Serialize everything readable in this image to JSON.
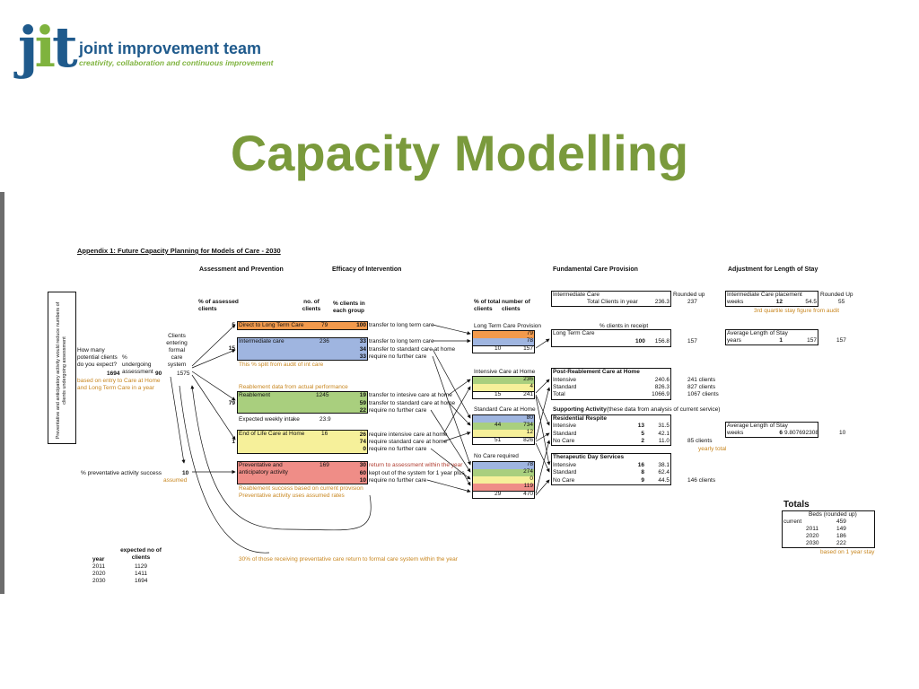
{
  "header": {
    "logo_mark": "jit",
    "logo_name": "joint improvement team",
    "logo_tagline": "creativity, collaboration and continuous improvement",
    "slide_title": "Capacity Modelling"
  },
  "colors": {
    "title_green": "#7a9a3c",
    "logo_blue": "#1f5a8c",
    "logo_green": "#7fb33e",
    "orange": "#f39a4c",
    "blue": "#9fb5e0",
    "green": "#a9cf7e",
    "yellow": "#f6f09a",
    "red": "#ef8d87",
    "note": "#c8861f"
  },
  "diagram": {
    "title": "Appendix 1: Future Capacity Planning for Models of Care - 2030",
    "section_assessment": "Assessment and Prevention",
    "section_efficacy": "Efficacy of Intervention",
    "section_fundamental": "Fundamental Care Provision",
    "section_adjustment": "Adjustment for Length of Stay",
    "vertical_note": "Preventative and anticipatory activity would reduce numbers of clients undergoing assessment",
    "left": {
      "how_many": "How many potential clients do you expect?",
      "undergoing": "% undergoing assessment",
      "potential": "1694",
      "undergoing_pct": "90",
      "entering": "Clients entering formal care system",
      "entering_val": "1575",
      "based_note": "based on entry to Care at Home and Long Term Care in a year",
      "prev_label": "% preventative activity success",
      "prev_val": "10",
      "assumed": "assumed"
    },
    "col_heads": {
      "pct_assessed": "% of assessed clients",
      "no_clients": "no. of clients",
      "pct_each": "% clients in each group",
      "pct_total": "% of total clients",
      "number": "number of clients"
    },
    "groups": [
      {
        "pct": "5",
        "name": "Direct to Long Term Care",
        "clients": "79",
        "rows": [
          {
            "pct": "100",
            "text": "transfer to long term care"
          }
        ]
      },
      {
        "pct": "15",
        "name": "Intermediate care",
        "clients": "236",
        "rows": [
          {
            "pct": "33",
            "text": "transfer to long term care"
          },
          {
            "pct": "34",
            "text": "transfer to standard care at home"
          },
          {
            "pct": "33",
            "text": "require no further care"
          }
        ],
        "note": "This % split from audit of int care"
      },
      {
        "pct": "79",
        "name": "Reablement",
        "clients": "1245",
        "rows": [
          {
            "pct": "19",
            "text": "transfer to intesive care at home"
          },
          {
            "pct": "59",
            "text": "transfer to standard care at home"
          },
          {
            "pct": "22",
            "text": "require no further care"
          }
        ],
        "note_above": "Reablement data from actual performance",
        "weekly_label": "Expected weekly intake",
        "weekly_val": "23.9"
      },
      {
        "pct": "1",
        "name": "End of Life Care at Home",
        "clients": "16",
        "rows": [
          {
            "pct": "26",
            "text": "require intensive care at home"
          },
          {
            "pct": "74",
            "text": "require standard care at home"
          },
          {
            "pct": "0",
            "text": "require no further care"
          }
        ]
      },
      {
        "pct": "",
        "name": "Preventative and anticipatory activity",
        "clients": "169",
        "rows": [
          {
            "pct": "30",
            "text": "return to assessment within the year"
          },
          {
            "pct": "60",
            "text": "kept out of the system for 1 year plus"
          },
          {
            "pct": "10",
            "text": "require no further care"
          }
        ],
        "note1": "Reablement success based on current provision",
        "note2": "Preventative activity uses assumed rates"
      }
    ],
    "return_note": "30% of those receiving preventative care return to formal care system within the year",
    "projection": {
      "head_year": "year",
      "head_clients": "expected no of clients",
      "rows": [
        {
          "year": "2011",
          "clients": "1129"
        },
        {
          "year": "2020",
          "clients": "1411"
        },
        {
          "year": "2030",
          "clients": "1694"
        }
      ]
    },
    "ltc": {
      "label": "Long Term Care Provision",
      "v1": "79",
      "v2": "78",
      "pct": "10",
      "num": "157"
    },
    "icah": {
      "label": "Intensive Care at Home",
      "v1": "236",
      "v2": "4",
      "pct": "15",
      "num": "241"
    },
    "scah": {
      "label": "Standard Care at Home",
      "v1": "80",
      "v2": "734",
      "v2pct": "44",
      "v3": "12",
      "pct": "51",
      "num": "826"
    },
    "ncr": {
      "label": "No Care required",
      "v1": "78",
      "v2": "274",
      "v3": "0",
      "v4": "119",
      "pct": "29",
      "num": "470"
    },
    "fund": {
      "ic_label": "Intermediate Care",
      "ic_total_label": "Total Clients in year",
      "ic_total": "236.3",
      "rounded_up": "Rounded up",
      "ic_rounded": "237",
      "pct_receipt": "% clients in receipt",
      "ltc_label": "Long Term Care",
      "ltc_pct": "100",
      "ltc_val": "156.8",
      "ltc_rounded": "157",
      "prc_title": "Post-Reablement Care at Home",
      "prc_rows": [
        {
          "label": "Intensive",
          "val": "240.6",
          "out": "241 clients"
        },
        {
          "label": "Standard",
          "val": "826.3",
          "out": "827 clients"
        },
        {
          "label": "Total",
          "val": "1066.9",
          "out": "1067 clients"
        }
      ],
      "support_title": "Supporting Activity",
      "support_note": "(these data from analysis of current service)",
      "rr_title": "Residential Respite",
      "rr_rows": [
        {
          "label": "Intensive",
          "n": "13",
          "val": "31.5"
        },
        {
          "label": "Standard",
          "n": "5",
          "val": "42.1"
        },
        {
          "label": "No Care",
          "n": "2",
          "val": "11.0"
        }
      ],
      "rr_out": "85 clients",
      "yearly_total": "yearly total",
      "tds_title": "Therapeutic Day Services",
      "tds_rows": [
        {
          "label": "Intensive",
          "n": "16",
          "val": "38.1"
        },
        {
          "label": "Standard",
          "n": "8",
          "val": "62.4"
        },
        {
          "label": "No Care",
          "n": "9",
          "val": "44.5"
        }
      ],
      "tds_out": "146 clients"
    },
    "adjust": {
      "icp_label": "Intermediate Care placement",
      "rounded_up": "Rounded Up",
      "weeks": "weeks",
      "icp_weeks": "12",
      "icp_val": "54.5",
      "icp_rounded": "55",
      "quartile_note": "3rd quartile stay figure from audit",
      "avg_label": "Average Length of Stay",
      "years": "years",
      "ltc_years": "1",
      "ltc_val": "157",
      "ltc_out": "157",
      "avg2_label": "Average Length of Stay",
      "rr_weeks": "6",
      "rr_val": "9.807692308",
      "rr_out": "10"
    },
    "totals": {
      "title": "Totals",
      "beds_head": "Beds (rounded up)",
      "rows": [
        {
          "label": "current",
          "val": "459"
        },
        {
          "label": "2011",
          "val": "149"
        },
        {
          "label": "2020",
          "val": "186"
        },
        {
          "label": "2030",
          "val": "222"
        }
      ],
      "note": "based on 1 year stay"
    }
  }
}
